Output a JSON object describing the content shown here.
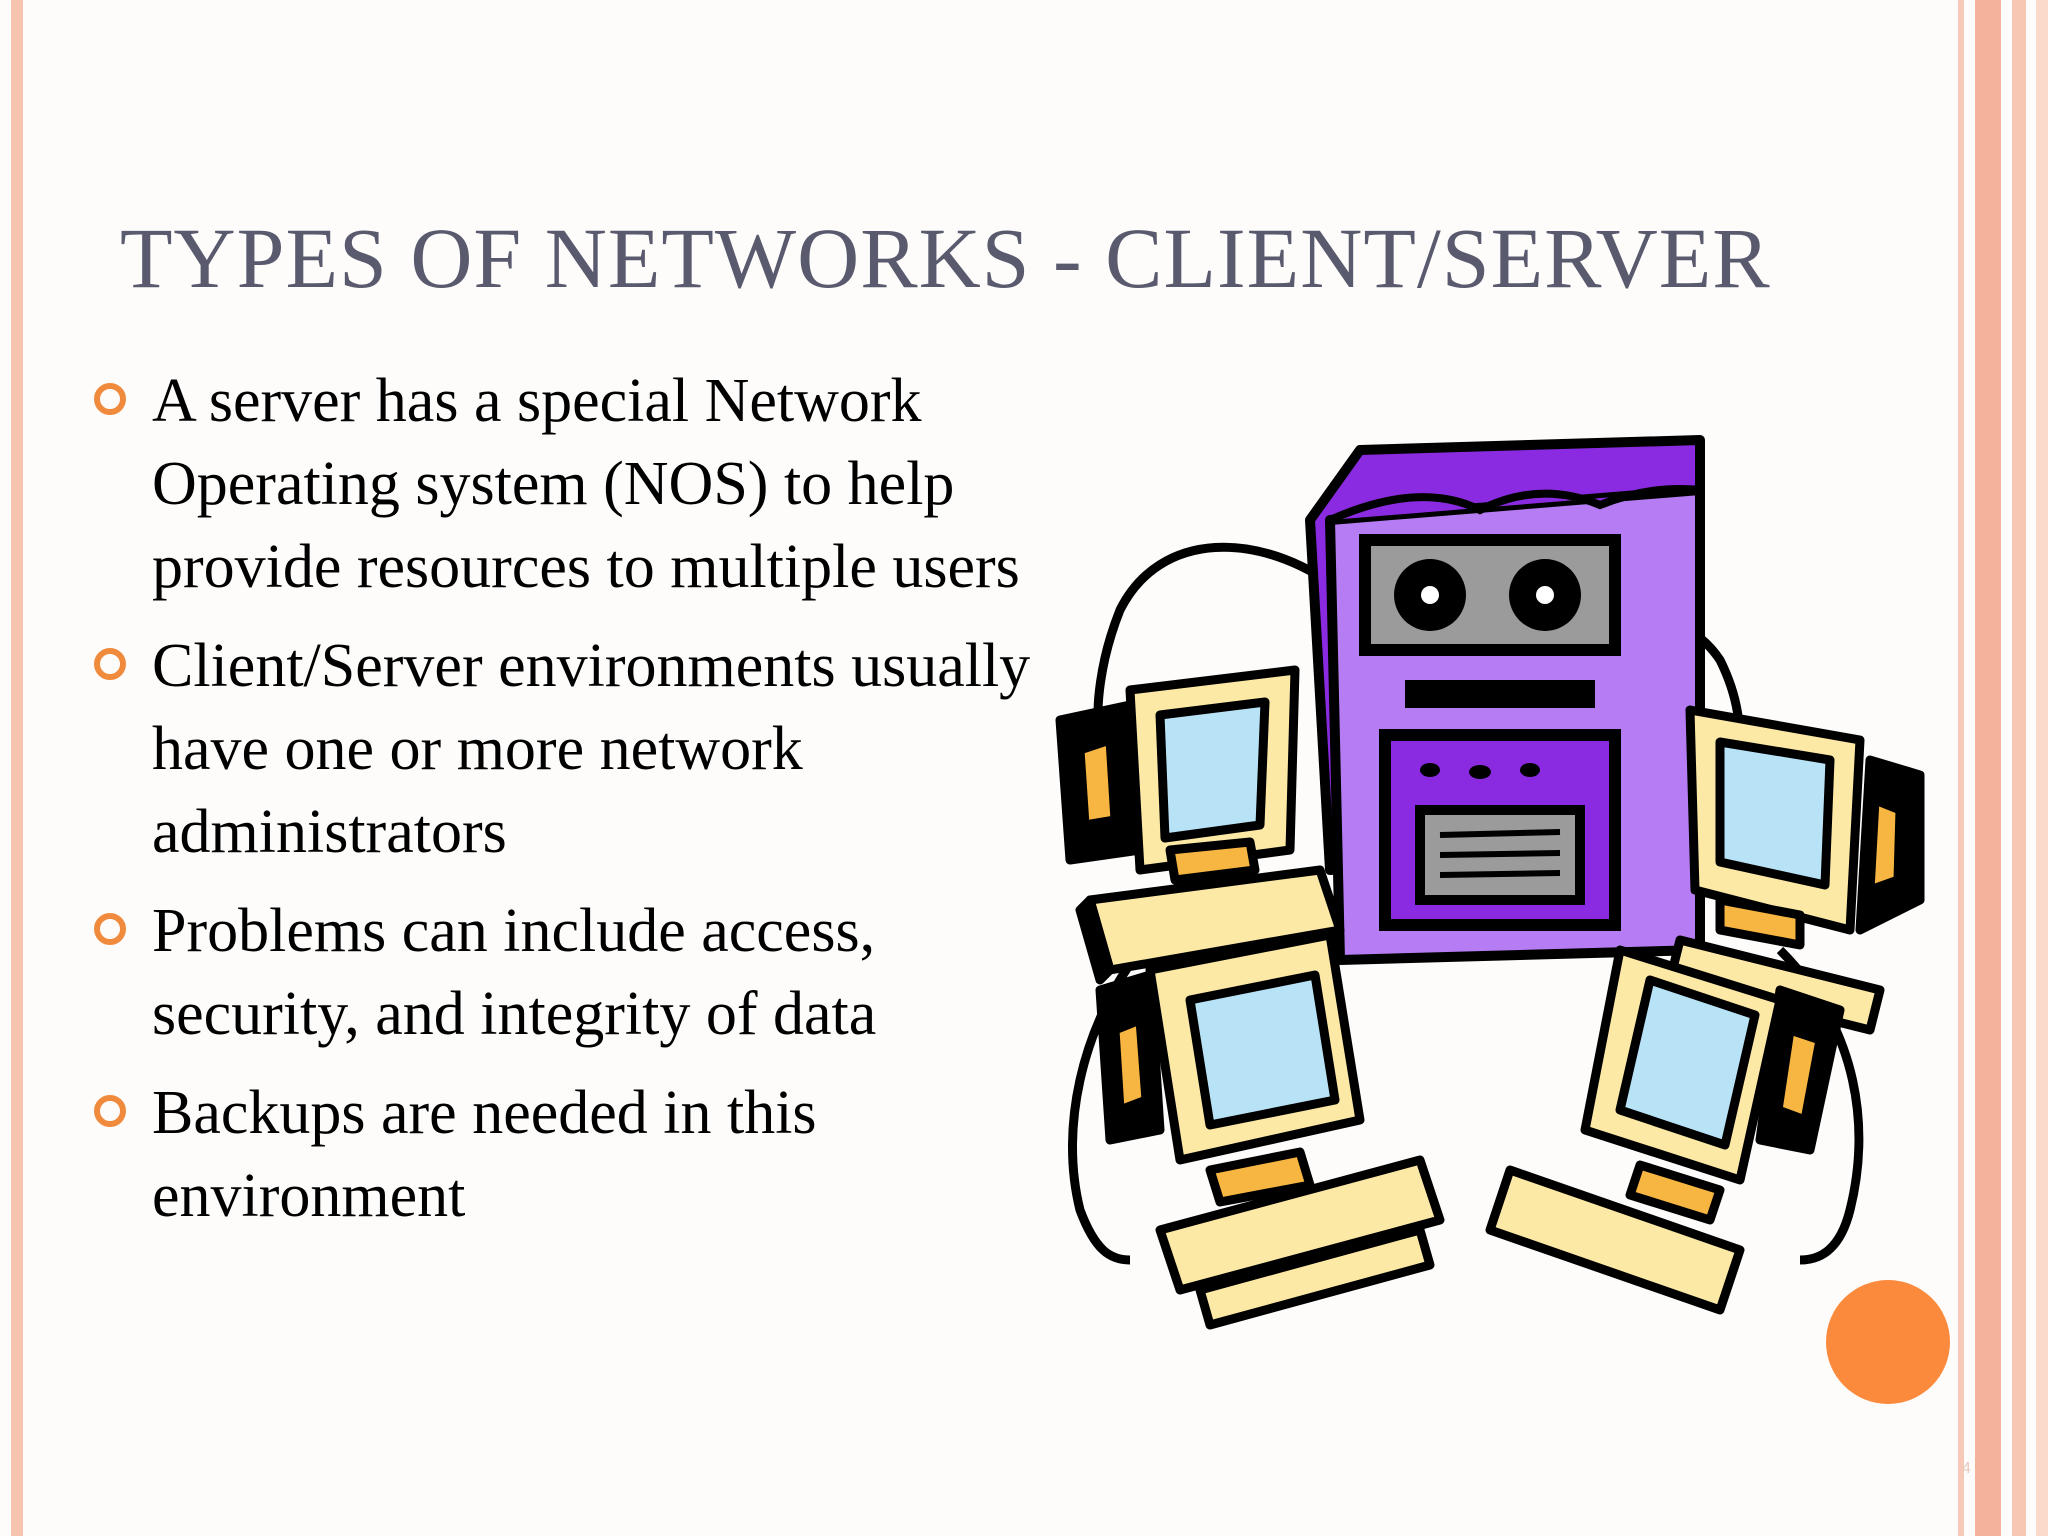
{
  "slide": {
    "title": "TYPES OF NETWORKS - CLIENT/SERVER",
    "slide_number": "4",
    "bullets": [
      {
        "text": "A server has a special Network Operating system (NOS) to help provide resources to multiple users"
      },
      {
        "text": "Client/Server environments usually have one or more network administrators"
      },
      {
        "text": "Problems can include access, security, and integrity of data"
      },
      {
        "text": "Backups are needed in this environment"
      }
    ]
  },
  "illustration": {
    "icon": "client-server-network-illustration",
    "colors": {
      "server": "#b57cf3",
      "server_dark": "#8a2be2",
      "monitor_frame": "#fce9a6",
      "monitor_screen": "#b8e3f6",
      "accent_orange": "#f7b541",
      "outline": "#000000"
    }
  },
  "theme": {
    "accent": "#f08a3c",
    "stripe": "#f4b29a",
    "title_color": "#5a5a6e"
  }
}
